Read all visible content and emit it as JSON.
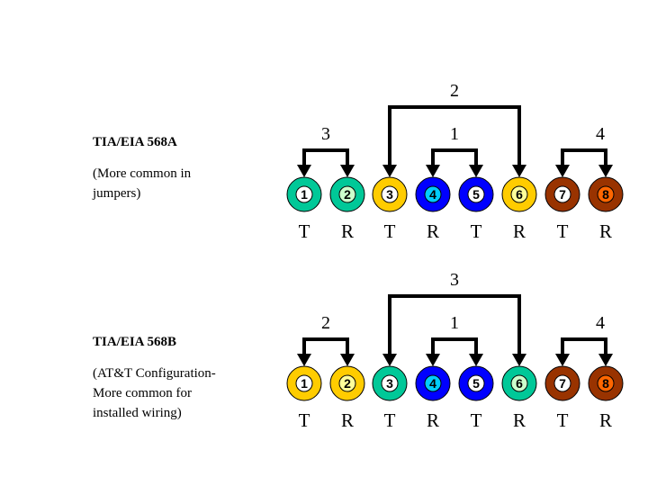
{
  "standards": [
    {
      "id": "568A",
      "title": "TIA/EIA 568A",
      "description_lines": [
        "(More common in",
        "jumpers)"
      ],
      "pins": [
        {
          "number": "1",
          "outer_color": "#00c898",
          "inner_color": "#ffffff",
          "polarity": "T"
        },
        {
          "number": "2",
          "outer_color": "#00c898",
          "inner_color": "#ccffcc",
          "polarity": "R"
        },
        {
          "number": "3",
          "outer_color": "#ffcc00",
          "inner_color": "#ffffff",
          "polarity": "T"
        },
        {
          "number": "4",
          "outer_color": "#0000ff",
          "inner_color": "#00ccff",
          "polarity": "R"
        },
        {
          "number": "5",
          "outer_color": "#0000ff",
          "inner_color": "#ffffff",
          "polarity": "T"
        },
        {
          "number": "6",
          "outer_color": "#ffcc00",
          "inner_color": "#ffff99",
          "polarity": "R"
        },
        {
          "number": "7",
          "outer_color": "#993300",
          "inner_color": "#ffffff",
          "polarity": "T"
        },
        {
          "number": "8",
          "outer_color": "#993300",
          "inner_color": "#ff6600",
          "polarity": "R"
        }
      ],
      "pairs": [
        {
          "label": "3",
          "pins": [
            1,
            2
          ],
          "level": "inner"
        },
        {
          "label": "2",
          "pins": [
            3,
            6
          ],
          "level": "outer"
        },
        {
          "label": "1",
          "pins": [
            4,
            5
          ],
          "level": "inner"
        },
        {
          "label": "4",
          "pins": [
            7,
            8
          ],
          "level": "inner"
        }
      ]
    },
    {
      "id": "568B",
      "title": "TIA/EIA 568B",
      "description_lines": [
        "(AT&T Configuration-",
        "More common for",
        "installed wiring)"
      ],
      "pins": [
        {
          "number": "1",
          "outer_color": "#ffcc00",
          "inner_color": "#ffffff",
          "polarity": "T"
        },
        {
          "number": "2",
          "outer_color": "#ffcc00",
          "inner_color": "#ffff99",
          "polarity": "R"
        },
        {
          "number": "3",
          "outer_color": "#00c898",
          "inner_color": "#ffffff",
          "polarity": "T"
        },
        {
          "number": "4",
          "outer_color": "#0000ff",
          "inner_color": "#00ccff",
          "polarity": "R"
        },
        {
          "number": "5",
          "outer_color": "#0000ff",
          "inner_color": "#ffffff",
          "polarity": "T"
        },
        {
          "number": "6",
          "outer_color": "#00c898",
          "inner_color": "#ccffcc",
          "polarity": "R"
        },
        {
          "number": "7",
          "outer_color": "#993300",
          "inner_color": "#ffffff",
          "polarity": "T"
        },
        {
          "number": "8",
          "outer_color": "#993300",
          "inner_color": "#ff6600",
          "polarity": "R"
        }
      ],
      "pairs": [
        {
          "label": "2",
          "pins": [
            1,
            2
          ],
          "level": "inner"
        },
        {
          "label": "3",
          "pins": [
            3,
            6
          ],
          "level": "outer"
        },
        {
          "label": "1",
          "pins": [
            4,
            5
          ],
          "level": "inner"
        },
        {
          "label": "4",
          "pins": [
            7,
            8
          ],
          "level": "inner"
        }
      ]
    }
  ]
}
